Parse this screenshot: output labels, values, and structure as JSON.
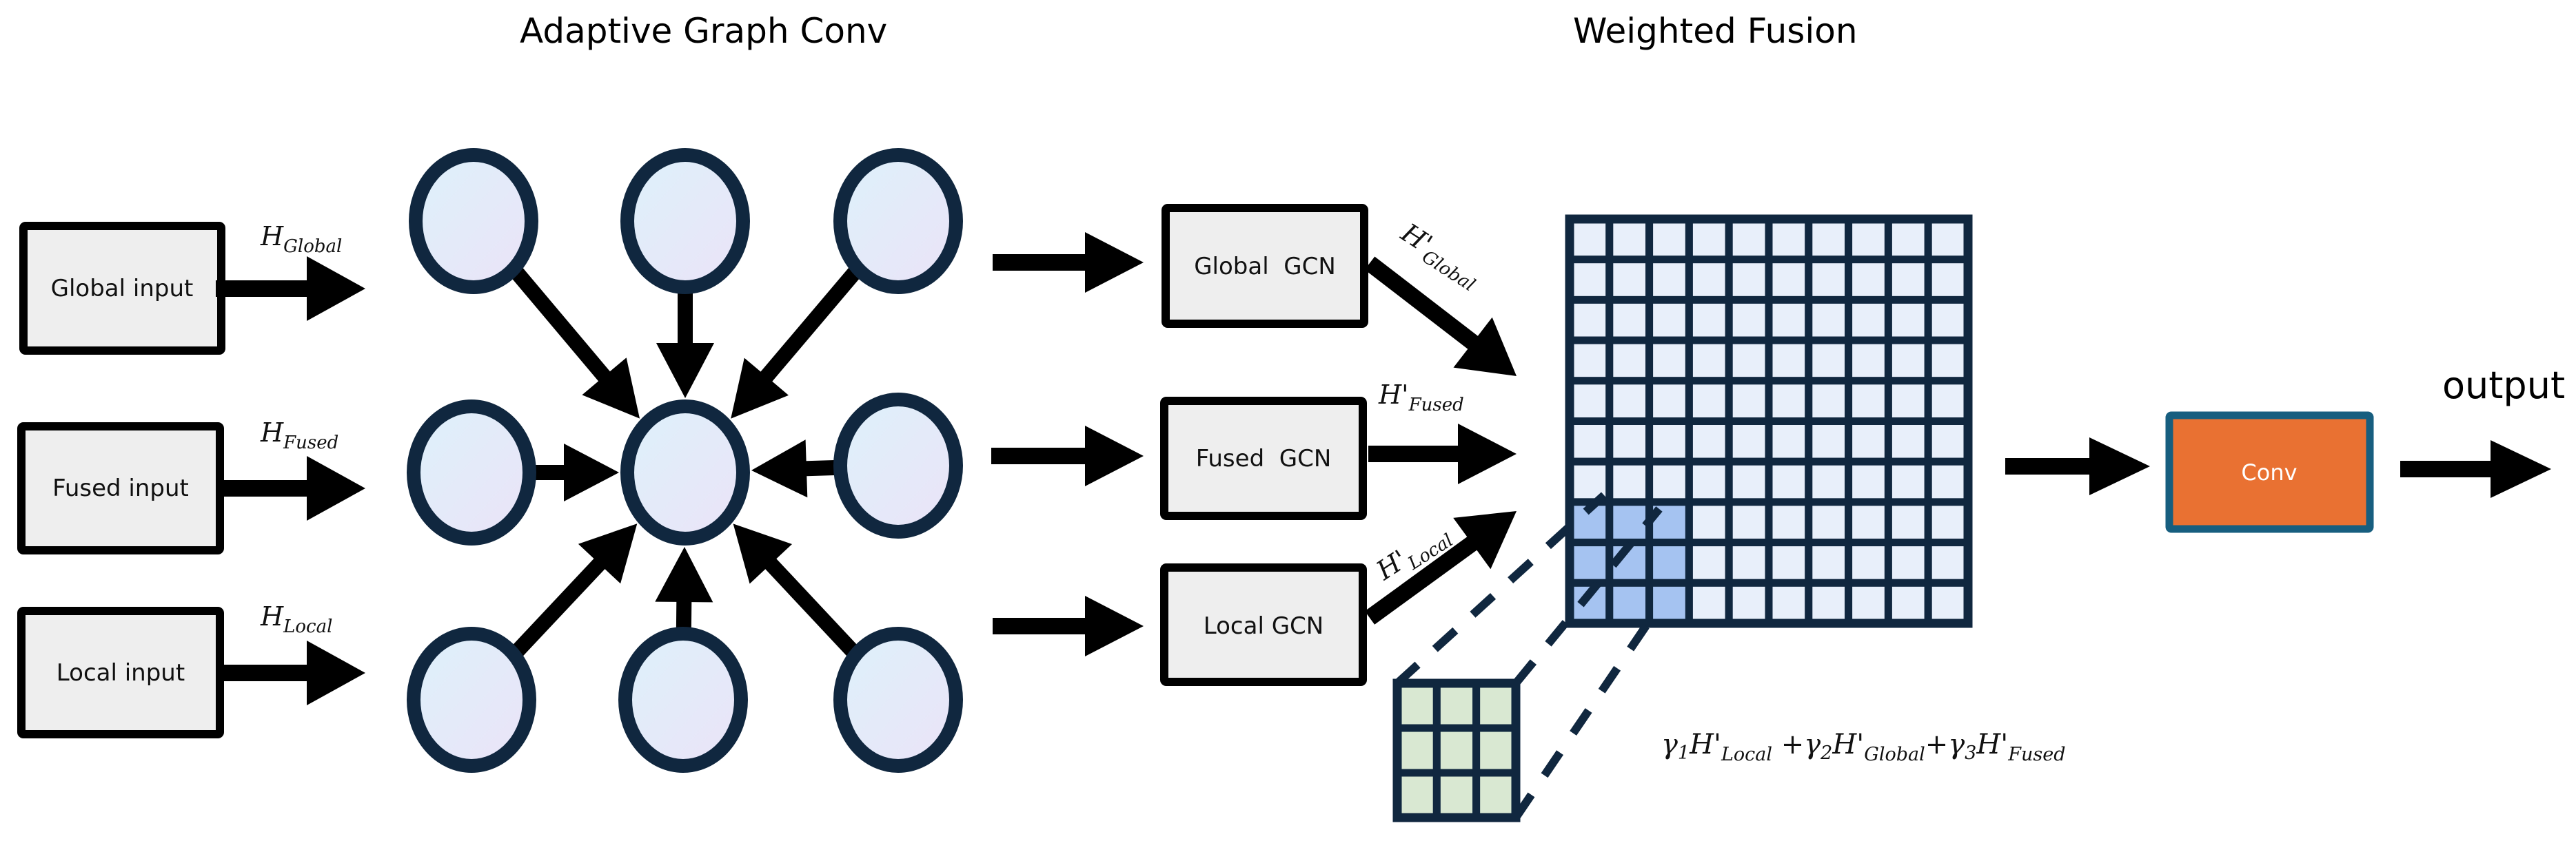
{
  "titles": {
    "graph_conv": "Adaptive Graph Conv",
    "fusion": "Weighted Fusion"
  },
  "inputs": [
    {
      "label": "Global input",
      "symbol": "H",
      "subscript": "Global"
    },
    {
      "label": "Fused input",
      "symbol": "H",
      "subscript": "Fused"
    },
    {
      "label": "Local input",
      "symbol": "H",
      "subscript": "Local"
    }
  ],
  "graph": {
    "node_count": 9,
    "center_node": "center",
    "neighbors": [
      "top-left",
      "top",
      "top-right",
      "left",
      "right",
      "bottom-left",
      "bottom",
      "bottom-right"
    ]
  },
  "gcn_blocks": [
    {
      "label": "Global  GCN",
      "symbol": "H'",
      "subscript": "Global"
    },
    {
      "label": "Fused  GCN",
      "symbol": "H'",
      "subscript": "Fused"
    },
    {
      "label": "Local GCN",
      "symbol": "H'",
      "subscript": "Local"
    }
  ],
  "fusion_grid": {
    "rows": 10,
    "cols": 10,
    "highlight": {
      "rows": 3,
      "cols": 3,
      "corner": "bottom-left"
    },
    "kernel": {
      "rows": 3,
      "cols": 3
    }
  },
  "formula": {
    "terms": [
      {
        "coef": "γ",
        "coef_sub": "1",
        "symbol": "H'",
        "sub": "Local",
        "op": ""
      },
      {
        "coef": "γ",
        "coef_sub": "2",
        "symbol": "H'",
        "sub": "Global",
        "op": "+"
      },
      {
        "coef": "γ",
        "coef_sub": "3",
        "symbol": "H'",
        "sub": "Fused",
        "op": "+"
      }
    ]
  },
  "conv": {
    "label": "Conv"
  },
  "output": {
    "label": "output"
  },
  "colors": {
    "box_fill": "#EEEEEE",
    "box_stroke": "#000000",
    "node_stroke": "#10273F",
    "node_fill_a": "#DDF1FA",
    "node_fill_b": "#EAE4F8",
    "grid_stroke": "#10273F",
    "grid_cell": "#E8EFFA",
    "grid_highlight": "#A5C3F1",
    "kernel_cell": "#D9E8D2",
    "conv_fill": "#E97132",
    "conv_stroke": "#175E7F"
  }
}
